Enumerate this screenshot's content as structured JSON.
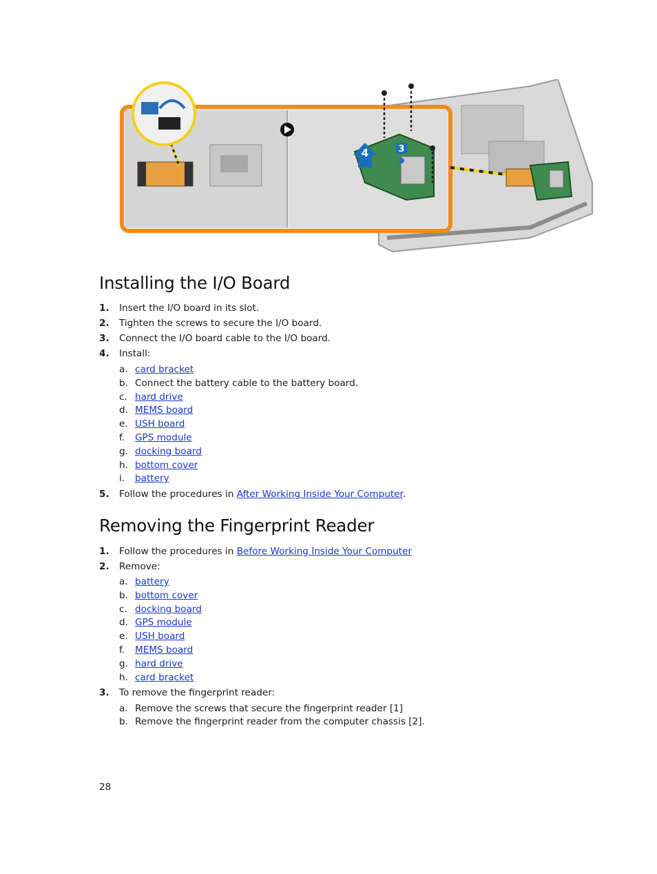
{
  "figure": {
    "callouts": [
      "3",
      "4"
    ],
    "play_icon": "play-arrow-icon"
  },
  "installing": {
    "title": "Installing the I/O Board",
    "steps": [
      {
        "num": "1.",
        "text": "Insert the I/O board in its slot."
      },
      {
        "num": "2.",
        "text": "Tighten the screws to secure the I/O board."
      },
      {
        "num": "3.",
        "text": "Connect the I/O board cable to the I/O board."
      },
      {
        "num": "4.",
        "text": "Install:"
      }
    ],
    "install_items": [
      {
        "letter": "a.",
        "text": "card bracket",
        "link": true
      },
      {
        "letter": "b.",
        "text": "Connect the battery cable to the battery board.",
        "link": false
      },
      {
        "letter": "c.",
        "text": "hard drive",
        "link": true
      },
      {
        "letter": "d.",
        "text": "MEMS board",
        "link": true
      },
      {
        "letter": "e.",
        "text": "USH board",
        "link": true
      },
      {
        "letter": "f.",
        "text": "GPS module",
        "link": true
      },
      {
        "letter": "g.",
        "text": "docking board",
        "link": true
      },
      {
        "letter": "h.",
        "text": "bottom cover",
        "link": true
      },
      {
        "letter": "i.",
        "text": "battery",
        "link": true
      }
    ],
    "step5": {
      "num": "5.",
      "prefix": "Follow the procedures in ",
      "link": "After Working Inside Your Computer",
      "suffix": "."
    }
  },
  "removing": {
    "title": "Removing the Fingerprint Reader",
    "step1": {
      "num": "1.",
      "prefix": "Follow the procedures in ",
      "link": "Before Working Inside Your Computer"
    },
    "step2": {
      "num": "2.",
      "text": "Remove:"
    },
    "remove_items": [
      {
        "letter": "a.",
        "text": "battery"
      },
      {
        "letter": "b.",
        "text": "bottom cover"
      },
      {
        "letter": "c.",
        "text": "docking board"
      },
      {
        "letter": "d.",
        "text": "GPS module"
      },
      {
        "letter": "e.",
        "text": "USH board"
      },
      {
        "letter": "f.",
        "text": "MEMS board"
      },
      {
        "letter": "g.",
        "text": "hard drive"
      },
      {
        "letter": "h.",
        "text": "card bracket"
      }
    ],
    "step3": {
      "num": "3.",
      "text": "To remove the fingerprint reader:"
    },
    "sub3": [
      {
        "letter": "a.",
        "text": "Remove the screws that secure the fingerprint reader [1]"
      },
      {
        "letter": "b.",
        "text": "Remove the fingerprint reader from the computer chassis [2]."
      }
    ]
  },
  "page_number": "28",
  "colors": {
    "link": "#1a37c8",
    "callout_frame": "#f28c1a",
    "callout_badge": "#1a6fb8",
    "board": "#3f8a4e"
  }
}
